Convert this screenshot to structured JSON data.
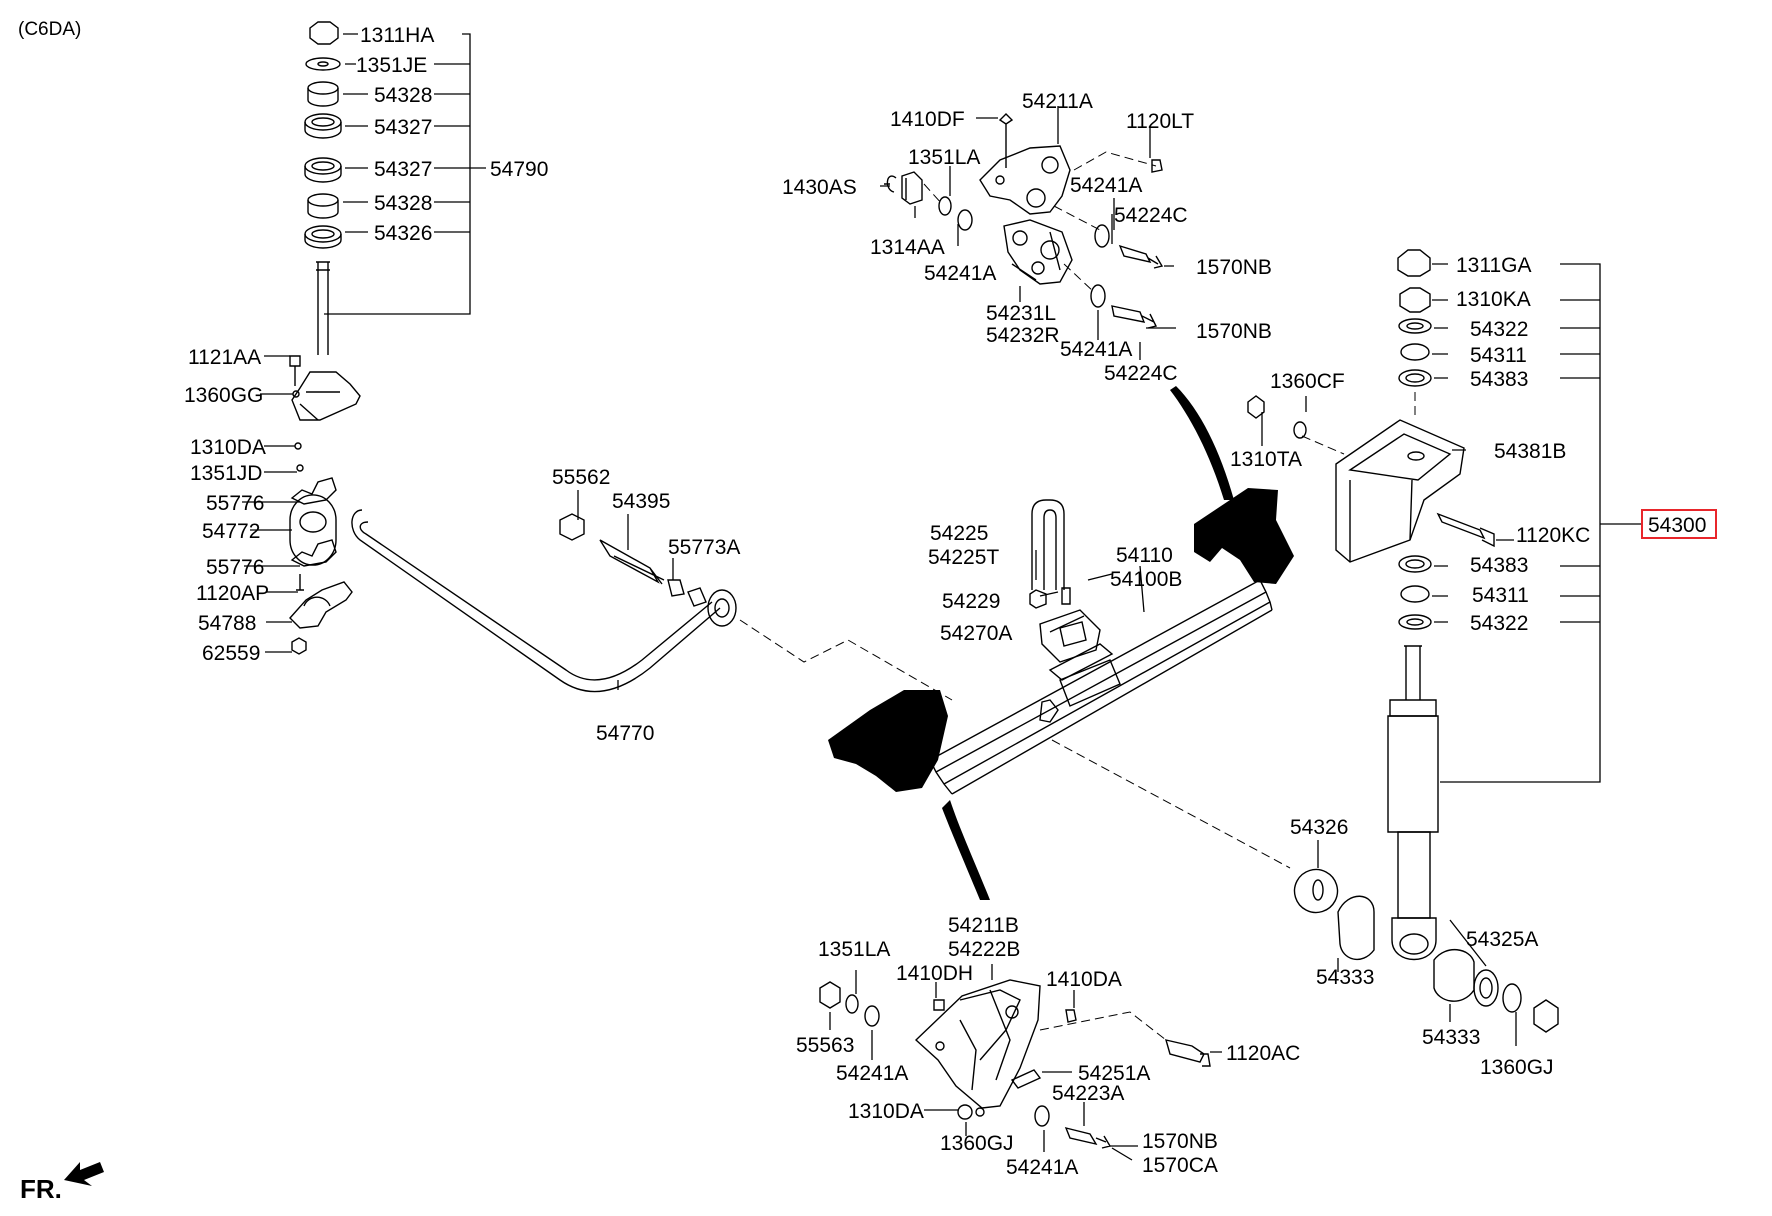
{
  "header": {
    "model_code": "(C6DA)"
  },
  "direction": {
    "label": "FR."
  },
  "stabilizer": {
    "labels": [
      {
        "id": "s1",
        "text": "1311HA"
      },
      {
        "id": "s2",
        "text": "1351JE"
      },
      {
        "id": "s3",
        "text": "54328"
      },
      {
        "id": "s4",
        "text": "54327"
      },
      {
        "id": "s5",
        "text": "54327"
      },
      {
        "id": "s6",
        "text": "54328"
      },
      {
        "id": "s7",
        "text": "54326"
      },
      {
        "id": "s8",
        "text": "54790"
      },
      {
        "id": "s9",
        "text": "1121AA"
      },
      {
        "id": "s10",
        "text": "1360GG"
      },
      {
        "id": "s11",
        "text": "1310DA"
      },
      {
        "id": "s12",
        "text": "1351JD"
      },
      {
        "id": "s13",
        "text": "55776"
      },
      {
        "id": "s14",
        "text": "54772"
      },
      {
        "id": "s15",
        "text": "55776"
      },
      {
        "id": "s16",
        "text": "1120AP"
      },
      {
        "id": "s17",
        "text": "54788"
      },
      {
        "id": "s18",
        "text": "62559"
      },
      {
        "id": "s19",
        "text": "55562"
      },
      {
        "id": "s20",
        "text": "54395"
      },
      {
        "id": "s21",
        "text": "55773A"
      },
      {
        "id": "s22",
        "text": "54770"
      }
    ]
  },
  "front_hanger": {
    "labels": [
      {
        "id": "h1",
        "text": "54211A"
      },
      {
        "id": "h2",
        "text": "1410DF"
      },
      {
        "id": "h3",
        "text": "1120LT"
      },
      {
        "id": "h4",
        "text": "1351LA"
      },
      {
        "id": "h5",
        "text": "1430AS"
      },
      {
        "id": "h6",
        "text": "54241A"
      },
      {
        "id": "h7",
        "text": "54224C"
      },
      {
        "id": "h8",
        "text": "1314AA"
      },
      {
        "id": "h9",
        "text": "1570NB"
      },
      {
        "id": "h10",
        "text": "54241A"
      },
      {
        "id": "h11",
        "text": "54231L"
      },
      {
        "id": "h12",
        "text": "54232R"
      },
      {
        "id": "h13",
        "text": "1570NB"
      },
      {
        "id": "h14",
        "text": "54241A"
      },
      {
        "id": "h15",
        "text": "54224C"
      }
    ]
  },
  "leaf_spring": {
    "labels": [
      {
        "id": "l1",
        "text": "54225"
      },
      {
        "id": "l2",
        "text": "54225T"
      },
      {
        "id": "l3",
        "text": "54110"
      },
      {
        "id": "l4",
        "text": "54100B"
      },
      {
        "id": "l5",
        "text": "54229"
      },
      {
        "id": "l6",
        "text": "54270A"
      },
      {
        "id": "l7",
        "text": "1360CF"
      },
      {
        "id": "l8",
        "text": "1310TA"
      },
      {
        "id": "l9",
        "text": "54326"
      },
      {
        "id": "l10",
        "text": "54333"
      },
      {
        "id": "l11",
        "text": "54333"
      },
      {
        "id": "l12",
        "text": "54325A"
      },
      {
        "id": "l13",
        "text": "1360GJ"
      }
    ]
  },
  "shock_absorber": {
    "labels": [
      {
        "id": "a1",
        "text": "1311GA"
      },
      {
        "id": "a2",
        "text": "1310KA"
      },
      {
        "id": "a3",
        "text": "54322"
      },
      {
        "id": "a4",
        "text": "54311"
      },
      {
        "id": "a5",
        "text": "54383"
      },
      {
        "id": "a6",
        "text": "54381B"
      },
      {
        "id": "a7",
        "text": "1120KC"
      },
      {
        "id": "a8",
        "text": "54383"
      },
      {
        "id": "a9",
        "text": "54311"
      },
      {
        "id": "a10",
        "text": "54322"
      }
    ],
    "assembly": {
      "text": "54300",
      "highlight_color": "#e8262b"
    }
  },
  "rear_hanger": {
    "labels": [
      {
        "id": "r1",
        "text": "54211B"
      },
      {
        "id": "r2",
        "text": "54222B"
      },
      {
        "id": "r3",
        "text": "1351LA"
      },
      {
        "id": "r4",
        "text": "1410DH"
      },
      {
        "id": "r5",
        "text": "1410DA"
      },
      {
        "id": "r6",
        "text": "55563"
      },
      {
        "id": "r7",
        "text": "54241A"
      },
      {
        "id": "r8",
        "text": "1120AC"
      },
      {
        "id": "r9",
        "text": "54251A"
      },
      {
        "id": "r10",
        "text": "54223A"
      },
      {
        "id": "r11",
        "text": "1310DA"
      },
      {
        "id": "r12",
        "text": "1360GJ"
      },
      {
        "id": "r13",
        "text": "1570NB"
      },
      {
        "id": "r14",
        "text": "1570CA"
      },
      {
        "id": "r15",
        "text": "54241A"
      }
    ]
  }
}
